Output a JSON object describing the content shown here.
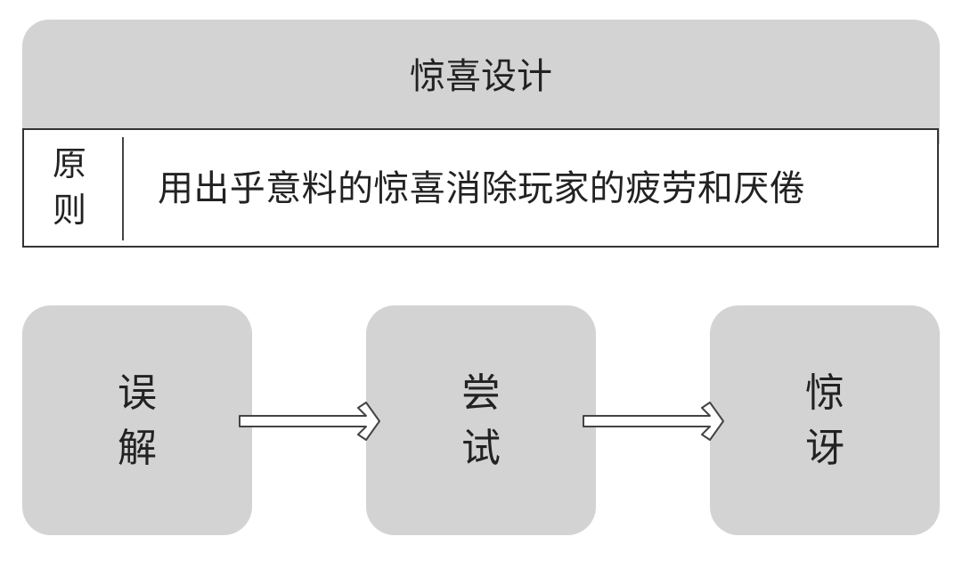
{
  "title": "惊喜设计",
  "principle": {
    "label": "原则",
    "text": "用出乎意料的惊喜消除玩家的疲劳和厌倦"
  },
  "steps": [
    {
      "label": "误解"
    },
    {
      "label": "尝试"
    },
    {
      "label": "惊讶"
    }
  ]
}
